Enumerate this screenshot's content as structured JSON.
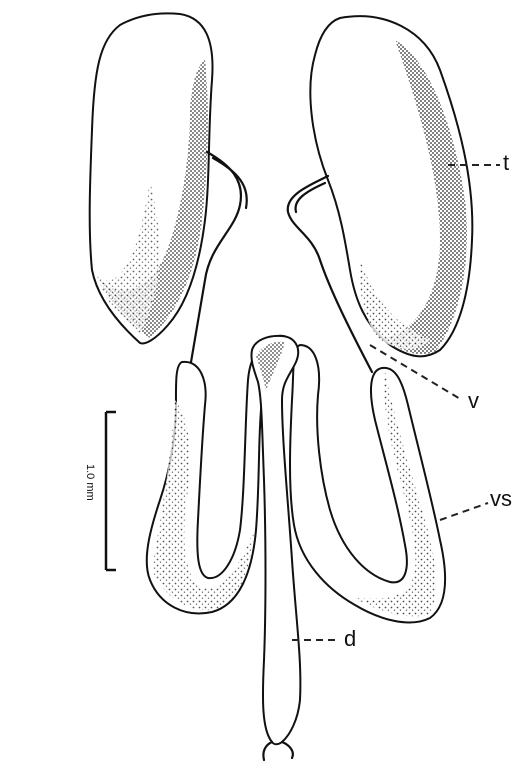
{
  "labels": {
    "testis": "t",
    "vas_deferens": "v",
    "seminal_vesicle": "vs",
    "ejaculatory_duct": "d"
  },
  "scale_bar": {
    "label": "1.0 mm"
  },
  "colors": {
    "ink": "#111111",
    "background": "#ffffff"
  }
}
